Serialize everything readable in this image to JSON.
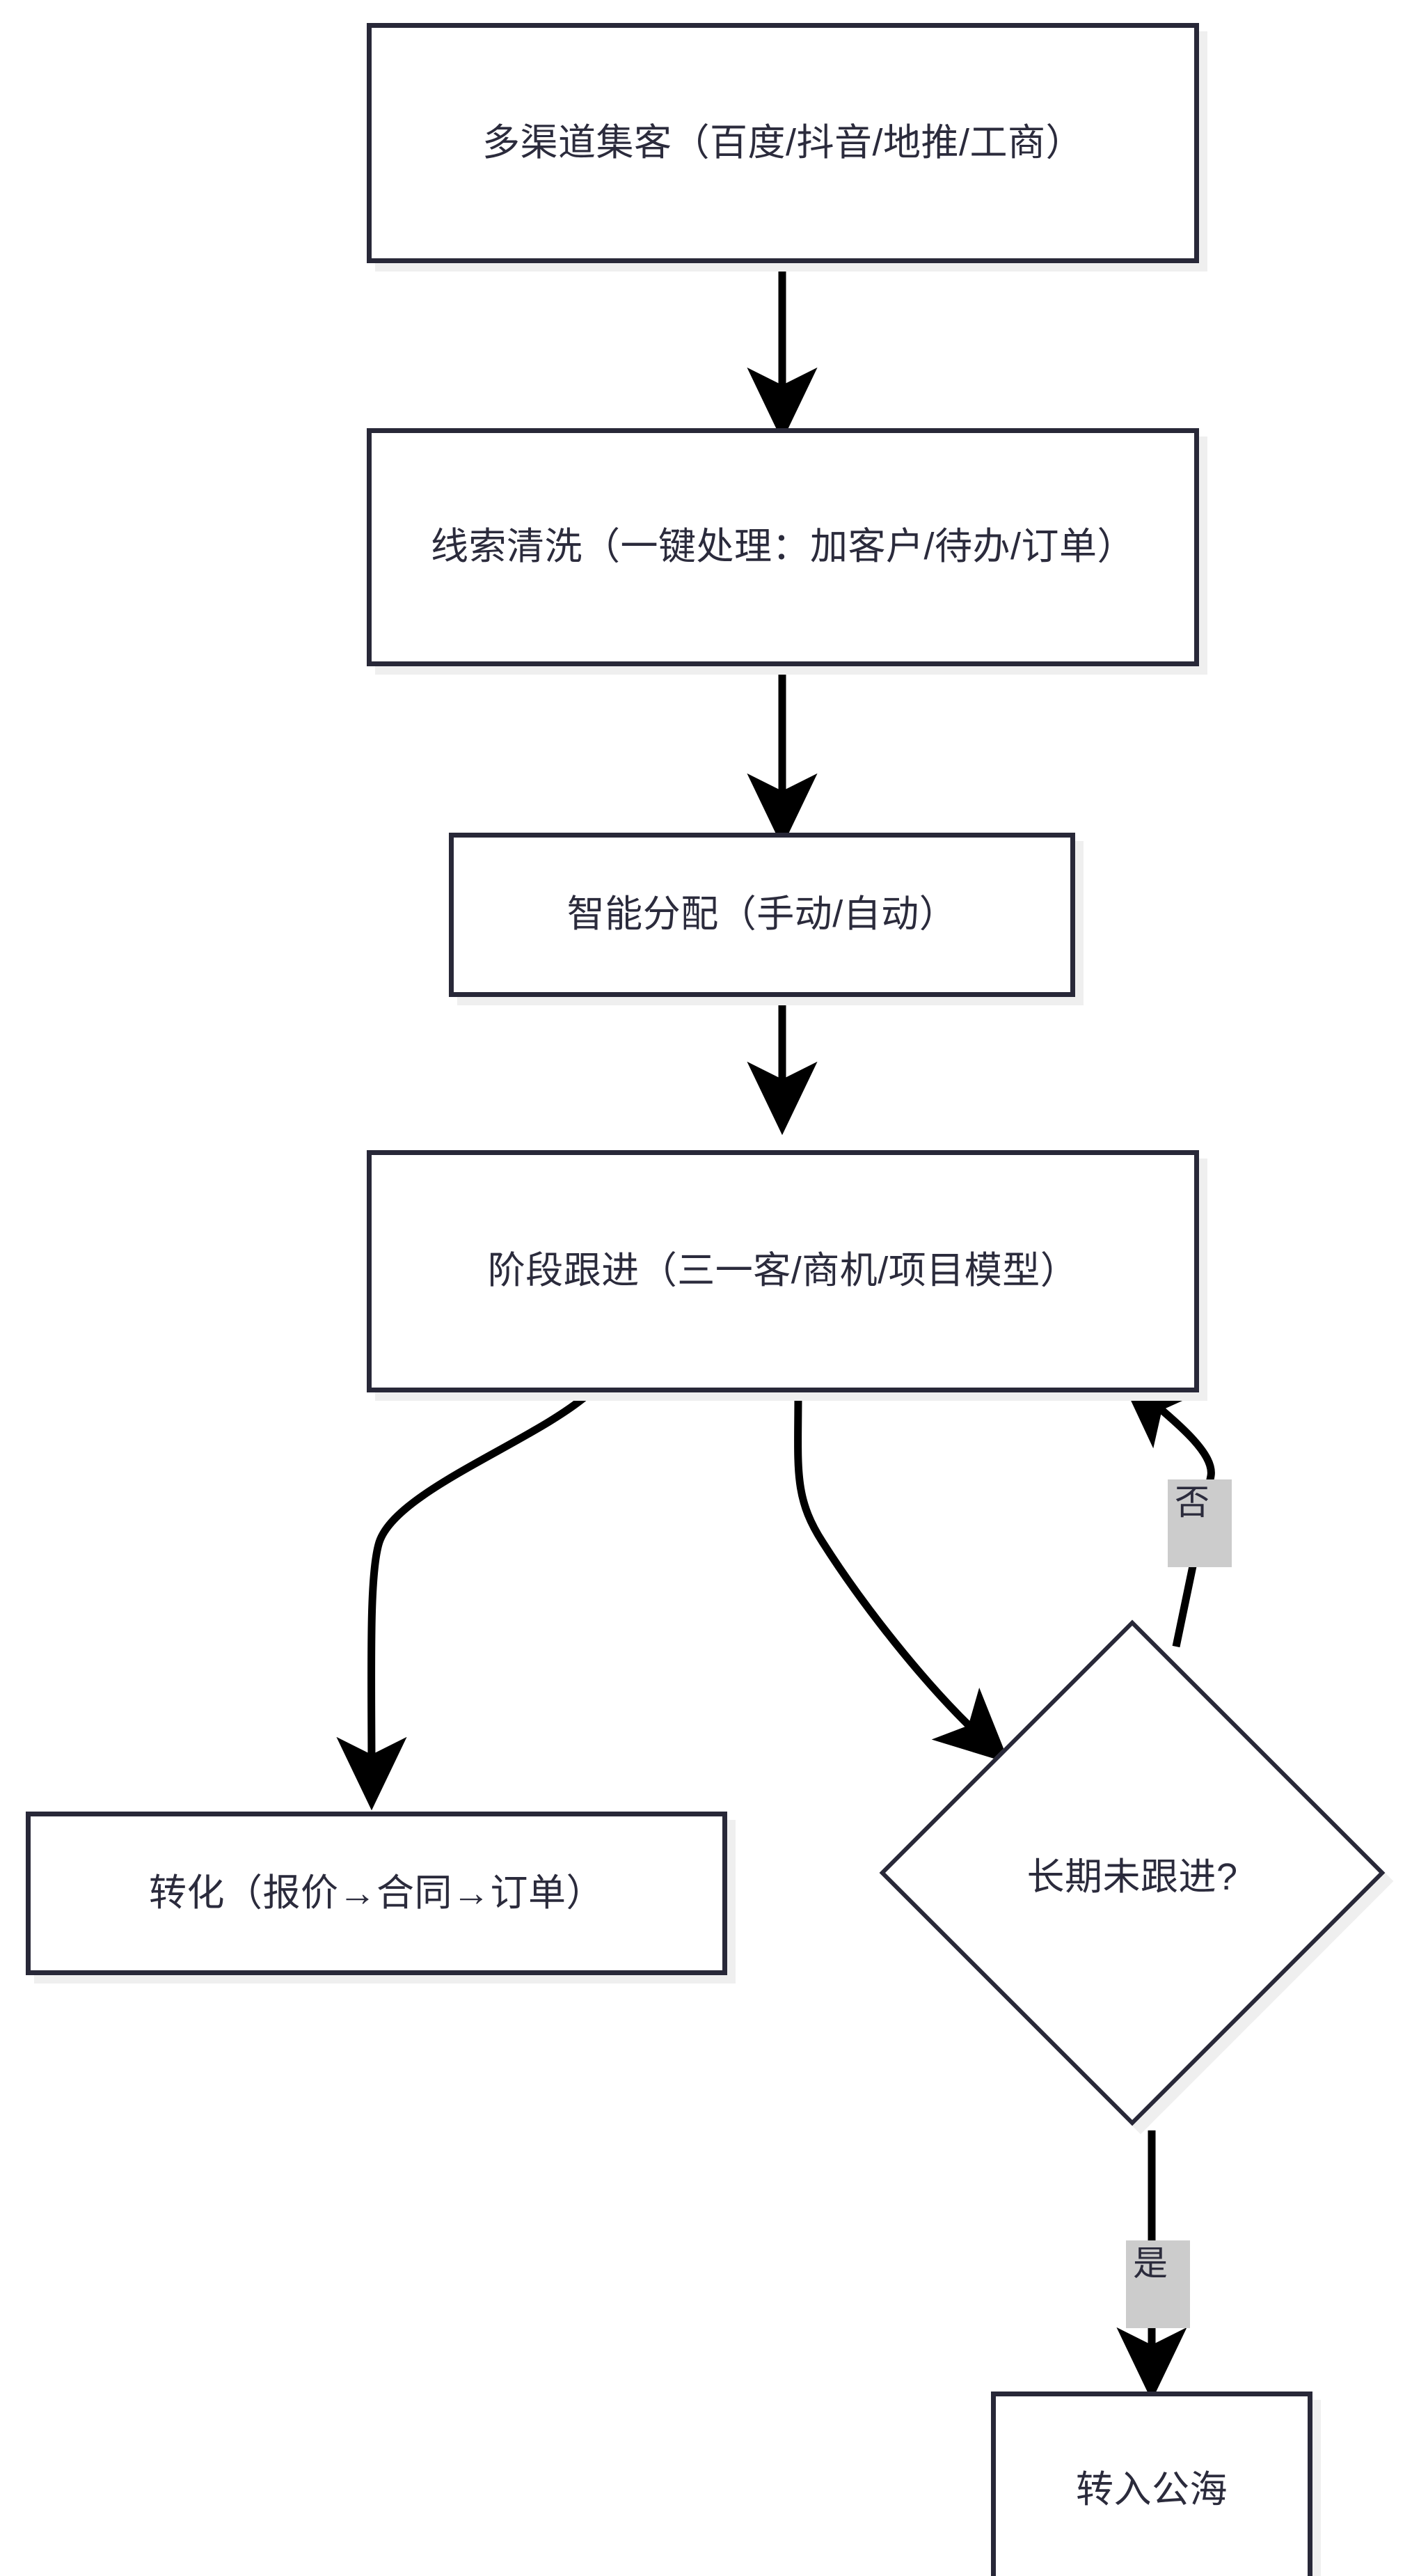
{
  "diagram": {
    "type": "flowchart",
    "orientation": "top-to-bottom",
    "theme": {
      "background": "#ffffff",
      "node_border": "#282838",
      "node_fill": "#ffffff",
      "node_shadow": "#efefef",
      "text": "#2b2b3c",
      "edge_stroke": "#000000",
      "edge_label_background": "#cccccc"
    },
    "nodes": [
      {
        "id": "n1",
        "shape": "rectangle",
        "label": "多渠道集客（百度/抖音/地推/工商）"
      },
      {
        "id": "n2",
        "shape": "rectangle",
        "label": "线索清洗（一键处理：加客户/待办/订单）"
      },
      {
        "id": "n3",
        "shape": "rectangle",
        "label": "智能分配（手动/自动）"
      },
      {
        "id": "n4",
        "shape": "rectangle",
        "label": "阶段跟进（三一客/商机/项目模型）"
      },
      {
        "id": "n5",
        "shape": "rectangle",
        "label": "转化（报价→合同→订单）"
      },
      {
        "id": "n6",
        "shape": "diamond",
        "label": "长期未跟进?"
      },
      {
        "id": "n7",
        "shape": "rectangle",
        "label": "转入公海"
      }
    ],
    "edges": [
      {
        "from": "n1",
        "to": "n2",
        "label": ""
      },
      {
        "from": "n2",
        "to": "n3",
        "label": ""
      },
      {
        "from": "n3",
        "to": "n4",
        "label": ""
      },
      {
        "from": "n4",
        "to": "n5",
        "label": ""
      },
      {
        "from": "n4",
        "to": "n6",
        "label": ""
      },
      {
        "from": "n6",
        "to": "n4",
        "label": "否"
      },
      {
        "from": "n6",
        "to": "n7",
        "label": "是"
      }
    ],
    "edge_labels": {
      "no": "否",
      "yes": "是"
    }
  }
}
